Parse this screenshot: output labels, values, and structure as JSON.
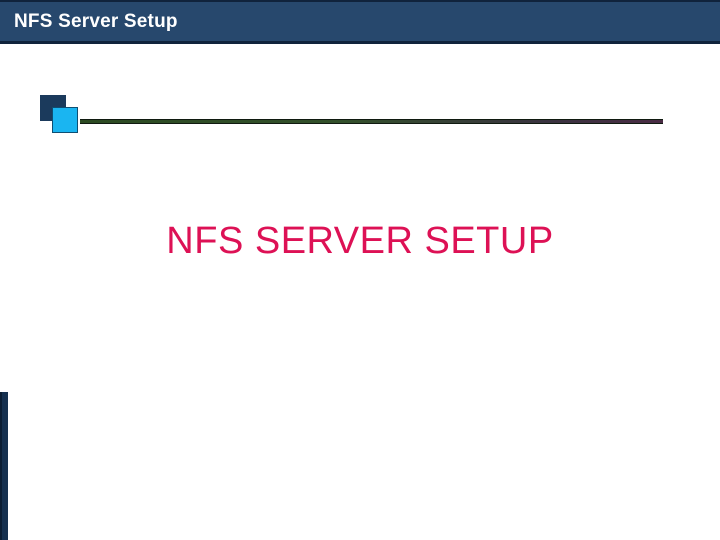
{
  "slide": {
    "header": {
      "title": "NFS Server Setup",
      "background_color": "#27486d",
      "text_color": "#ffffff",
      "border_color": "#10233c"
    },
    "decorations": {
      "square_dark": {
        "name": "dark-navy-square",
        "color": "#1b3a5c"
      },
      "square_cyan": {
        "name": "cyan-square",
        "color": "#1ab5f1"
      },
      "rule": {
        "name": "horizontal-rule",
        "color_start": "#2c4a22",
        "color_end": "#4a2c44"
      },
      "left_bar": {
        "name": "left-accent-bar",
        "color": "#16304f"
      }
    },
    "body": {
      "title": "NFS SERVER SETUP",
      "title_color": "#dd1155"
    },
    "background_color": "#ffffff"
  }
}
